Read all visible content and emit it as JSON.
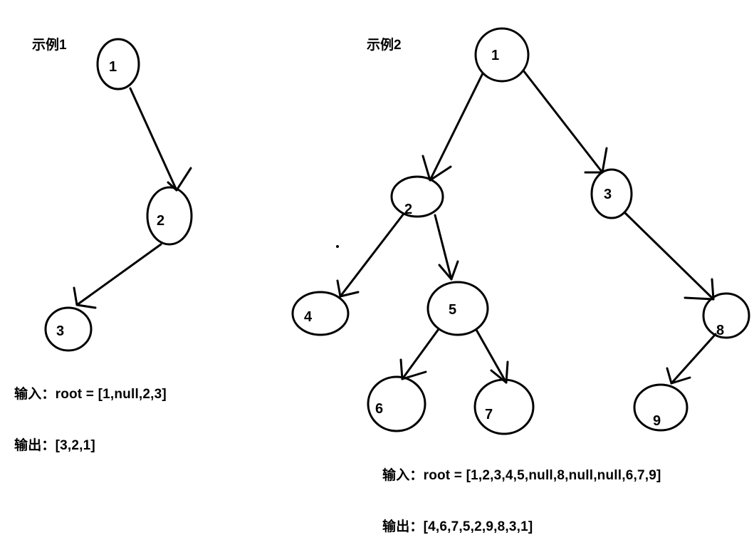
{
  "example1": {
    "title": "示例1",
    "input": "输入：root = [1,null,2,3]",
    "output": "输出：[3,2,1]",
    "nodes": [
      "1",
      "2",
      "3"
    ]
  },
  "example2": {
    "title": "示例2",
    "input": "输入：root = [1,2,3,4,5,null,8,null,null,6,7,9]",
    "output": "输出：[4,6,7,5,2,9,8,3,1]",
    "nodes": [
      "1",
      "2",
      "3",
      "4",
      "5",
      "8",
      "6",
      "7",
      "9"
    ]
  }
}
